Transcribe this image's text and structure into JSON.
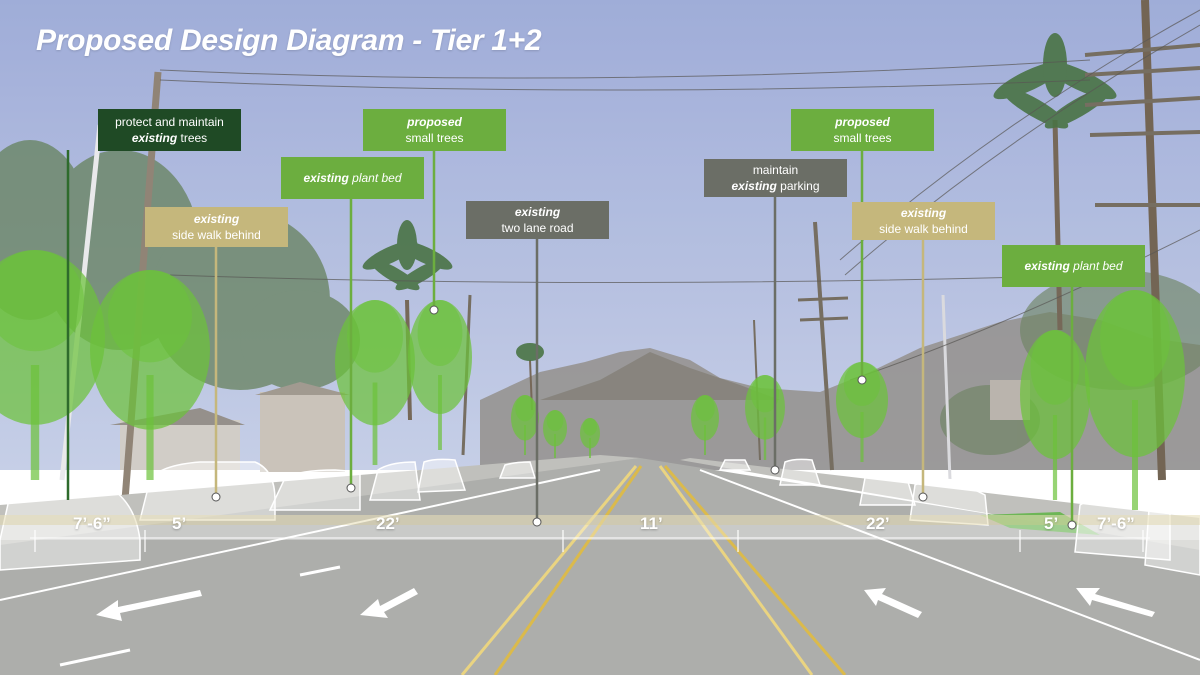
{
  "title": "Proposed Design Diagram - Tier 1+2",
  "colors": {
    "sky": "#a9b6dc",
    "road": "#a8a9a6",
    "tree_green": "#6cc23a",
    "label_dark_green": "#1f4a25",
    "label_green": "#6cae3f",
    "label_tan": "#c5b77c",
    "label_gray": "#6b6e66",
    "lane_yellow": "#e9d27a"
  },
  "labels": {
    "trees_existing": {
      "line1": "protect and maintain",
      "bold": "existing",
      "rest": " trees"
    },
    "sidewalk_left": {
      "bold": "existing",
      "line2": "side walk behind"
    },
    "plantbed_left": {
      "bold": "existing",
      "rest": " plant bed"
    },
    "small_trees_left": {
      "bold": "proposed",
      "line2": "small trees"
    },
    "road": {
      "bold": "existing",
      "line2": "two lane road"
    },
    "parking": {
      "line1": "maintain",
      "bold": "existing",
      "rest": " parking"
    },
    "small_trees_right": {
      "bold": "proposed",
      "line2": "small trees"
    },
    "sidewalk_right": {
      "bold": "existing",
      "line2": "side walk behind"
    },
    "plantbed_right": {
      "bold": "existing",
      "rest": " plant bed"
    }
  },
  "dimensions": {
    "left_parking": "7’-6”",
    "left_sidewalk": "5’",
    "left_lane": "22’",
    "center": "11’",
    "right_lane": "22’",
    "right_sidewalk": "5’",
    "right_parking": "7’-6”"
  },
  "icons": [
    "arrow-left-icon",
    "arrow-left-icon",
    "arrow-right-icon",
    "arrow-right-icon"
  ]
}
